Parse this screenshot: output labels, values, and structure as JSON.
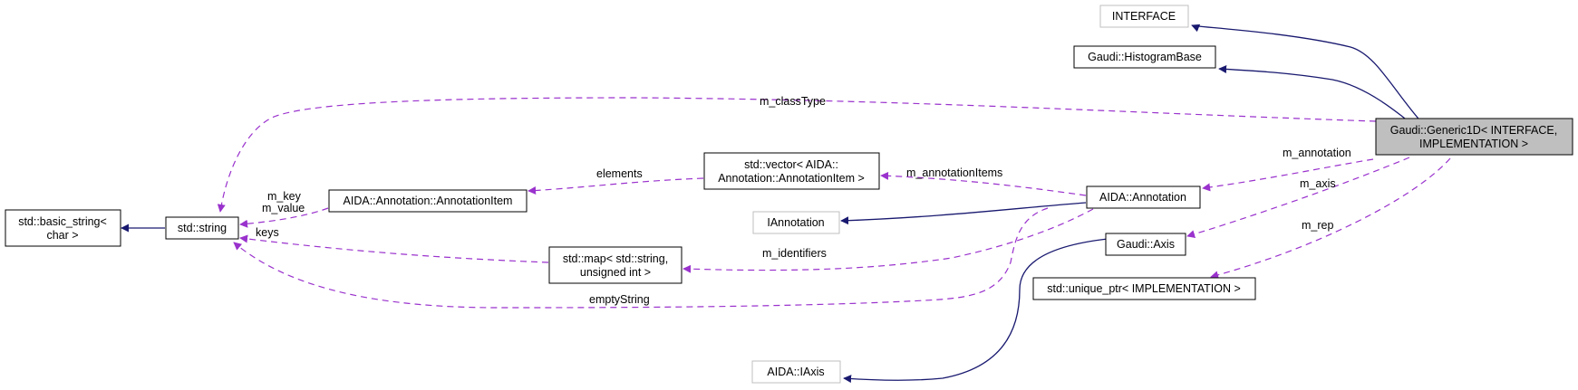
{
  "colors": {
    "inheritance": "#191970",
    "usage": "#9a32cd",
    "node_border": "#000000",
    "external_border": "#bfbfbf",
    "focus_fill": "#bfbfbf",
    "node_fill": "#ffffff"
  },
  "nodes": {
    "generic1d": {
      "line1": "Gaudi::Generic1D< INTERFACE,",
      "line2": "IMPLEMENTATION >"
    },
    "interface": {
      "label": "INTERFACE"
    },
    "histogram_base": {
      "label": "Gaudi::HistogramBase"
    },
    "std_string": {
      "label": "std::string"
    },
    "basic_string": {
      "line1": "std::basic_string<",
      "line2": "char >"
    },
    "annotation_item": {
      "label": "AIDA::Annotation::AnnotationItem"
    },
    "vector_annotation_item": {
      "line1": "std::vector< AIDA::",
      "line2": "Annotation::AnnotationItem >"
    },
    "aida_annotation": {
      "label": "AIDA::Annotation"
    },
    "iannotation": {
      "label": "IAnnotation"
    },
    "std_map": {
      "line1": "std::map< std::string,",
      "line2": "unsigned int >"
    },
    "gaudi_axis": {
      "label": "Gaudi::Axis"
    },
    "unique_ptr": {
      "label": "std::unique_ptr< IMPLEMENTATION >"
    },
    "aida_iaxis": {
      "label": "AIDA::IAxis"
    }
  },
  "edge_labels": {
    "m_classType": "m_classType",
    "m_annotation": "m_annotation",
    "m_axis": "m_axis",
    "m_rep": "m_rep",
    "m_annotationItems": "m_annotationItems",
    "elements": "elements",
    "m_key": "m_key",
    "m_value": "m_value",
    "keys": "keys",
    "m_identifiers": "m_identifiers",
    "emptyString": "emptyString"
  }
}
